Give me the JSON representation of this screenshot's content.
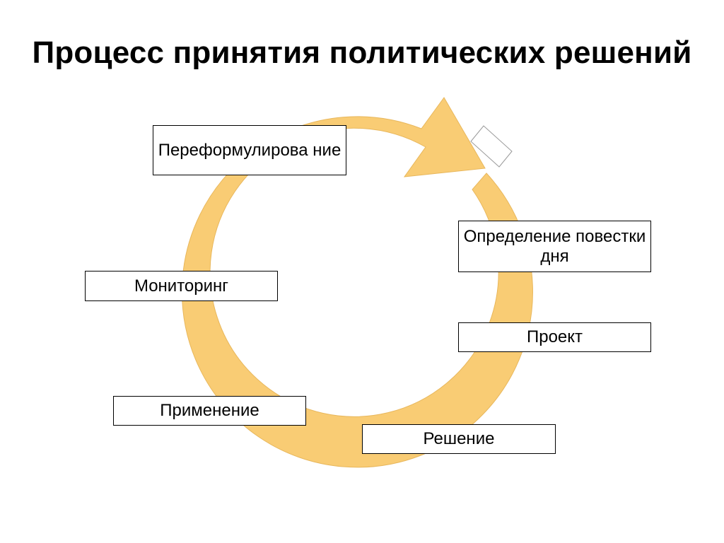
{
  "title": "Процесс принятия политических решений",
  "colors": {
    "ring": "#F9CC74",
    "ring_edge": "#E8B75C",
    "box_border": "#000000",
    "text": "#000000"
  },
  "stages": {
    "agenda": "Определение повестки дня",
    "project": "Проект",
    "decision": "Решение",
    "implementation": "Применение",
    "monitoring": "Мониторинг",
    "reformulation": "Переформулирова ние"
  }
}
